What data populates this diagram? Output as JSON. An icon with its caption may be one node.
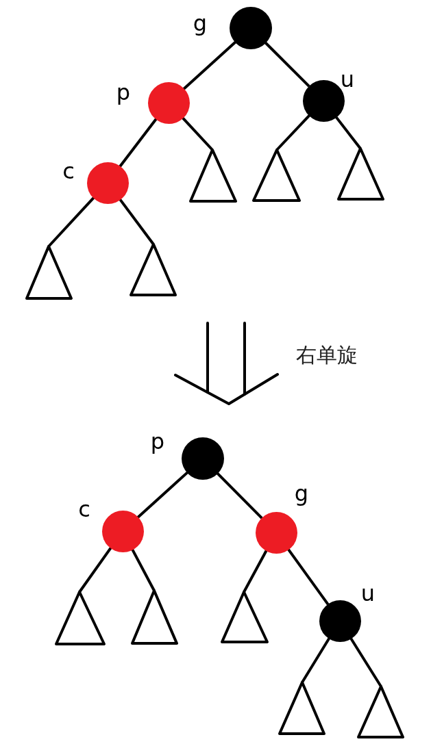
{
  "diagram": {
    "nodes": [
      {
        "text": [],
        "shape": "circle",
        "beside": [
          "g"
        ]
      },
      {
        "text": [],
        "shape": "circle",
        "beside": [
          "p"
        ]
      },
      {
        "text": [],
        "shape": "circle",
        "beside": [
          "u"
        ]
      },
      {
        "text": [],
        "shape": "circle",
        "beside": [
          "c"
        ]
      },
      {
        "text": [],
        "shape": "triangle"
      },
      {
        "text": [],
        "shape": "triangle"
      },
      {
        "text": [],
        "shape": "triangle"
      },
      {
        "text": [],
        "shape": "triangle"
      },
      {
        "text": [],
        "shape": "triangle"
      },
      {
        "text": [],
        "shape": "circle",
        "beside": [
          "p"
        ]
      },
      {
        "text": [],
        "shape": "circle",
        "beside": [
          "c"
        ]
      },
      {
        "text": [],
        "shape": "circle",
        "beside": [
          "g"
        ]
      },
      {
        "text": [],
        "shape": "triangle"
      },
      {
        "text": [],
        "shape": "triangle"
      },
      {
        "text": [],
        "shape": "triangle"
      },
      {
        "text": [],
        "shape": "circle",
        "beside": [
          "u"
        ]
      },
      {
        "text": [],
        "shape": "triangle"
      },
      {
        "text": [],
        "shape": "triangle"
      }
    ],
    "edges": [
      {
        "from": 0,
        "to": 1,
        "arrow": "none"
      },
      {
        "from": 0,
        "to": 2,
        "arrow": "none"
      },
      {
        "from": 1,
        "to": 3,
        "arrow": "none"
      },
      {
        "from": 1,
        "to": 4,
        "arrow": "none"
      },
      {
        "from": 2,
        "to": 5,
        "arrow": "none"
      },
      {
        "from": 2,
        "to": 6,
        "arrow": "none"
      },
      {
        "from": 3,
        "to": 7,
        "arrow": "none"
      },
      {
        "from": 3,
        "to": 8,
        "arrow": "none"
      },
      {
        "from": 9,
        "to": 10,
        "arrow": "none"
      },
      {
        "from": 9,
        "to": 11,
        "arrow": "none"
      },
      {
        "from": 10,
        "to": 12,
        "arrow": "none"
      },
      {
        "from": 10,
        "to": 13,
        "arrow": "none"
      },
      {
        "from": 11,
        "to": 14,
        "arrow": "none"
      },
      {
        "from": 11,
        "to": 15,
        "arrow": "none"
      },
      {
        "from": 15,
        "to": 16,
        "arrow": "none"
      },
      {
        "from": 15,
        "to": 17,
        "arrow": "none"
      }
    ],
    "labels": [
      "右单旋"
    ]
  }
}
